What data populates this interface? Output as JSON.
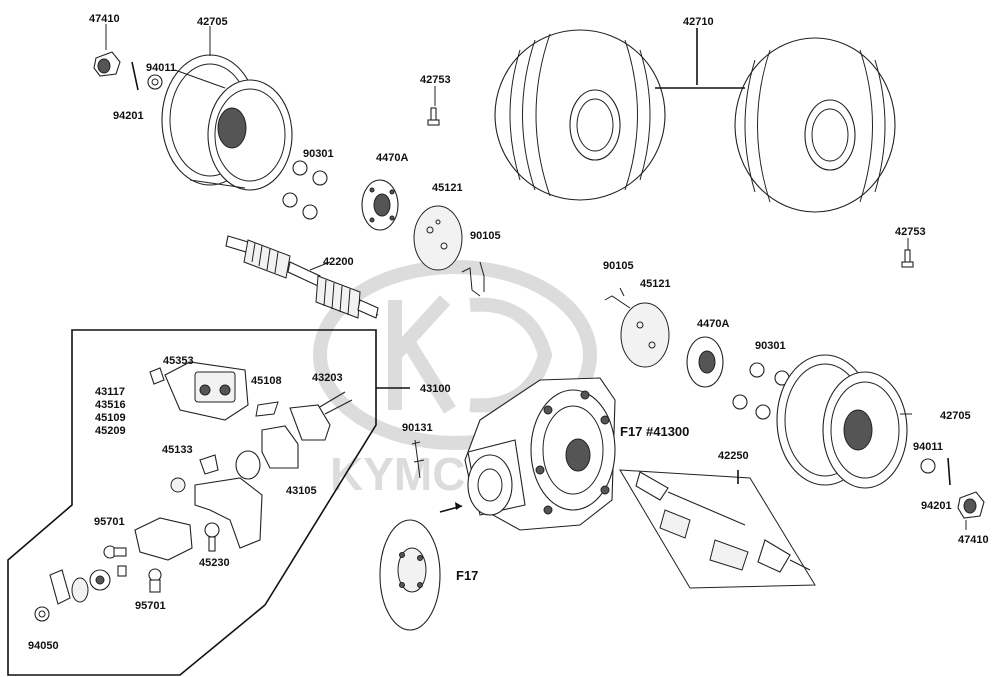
{
  "watermark": "KYMCO",
  "parts": [
    {
      "id": "p-47410-a",
      "label": "47410"
    },
    {
      "id": "p-42705-a",
      "label": "42705"
    },
    {
      "id": "p-94011-a",
      "label": "94011"
    },
    {
      "id": "p-94201-a",
      "label": "94201"
    },
    {
      "id": "p-42710",
      "label": "42710"
    },
    {
      "id": "p-42753-a",
      "label": "42753"
    },
    {
      "id": "p-90301-a",
      "label": "90301"
    },
    {
      "id": "p-4470A-a",
      "label": "4470A"
    },
    {
      "id": "p-45121-a",
      "label": "45121"
    },
    {
      "id": "p-90105-a",
      "label": "90105"
    },
    {
      "id": "p-42200",
      "label": "42200"
    },
    {
      "id": "p-42753-b",
      "label": "42753"
    },
    {
      "id": "p-90105-b",
      "label": "90105"
    },
    {
      "id": "p-45121-b",
      "label": "45121"
    },
    {
      "id": "p-4470A-b",
      "label": "4470A"
    },
    {
      "id": "p-90301-b",
      "label": "90301"
    },
    {
      "id": "p-42705-b",
      "label": "42705"
    },
    {
      "id": "p-45353",
      "label": "45353"
    },
    {
      "id": "p-45108",
      "label": "45108"
    },
    {
      "id": "p-43203",
      "label": "43203"
    },
    {
      "id": "p-43100",
      "label": "43100"
    },
    {
      "id": "p-45133",
      "label": "45133"
    },
    {
      "id": "p-43105",
      "label": "43105"
    },
    {
      "id": "p-90131",
      "label": "90131"
    },
    {
      "id": "p-F17-41300",
      "label": "F17 #41300"
    },
    {
      "id": "p-42250",
      "label": "42250"
    },
    {
      "id": "p-94011-b",
      "label": "94011"
    },
    {
      "id": "p-94201-b",
      "label": "94201"
    },
    {
      "id": "p-47410-b",
      "label": "47410"
    },
    {
      "id": "p-95701-a",
      "label": "95701"
    },
    {
      "id": "p-45230",
      "label": "45230"
    },
    {
      "id": "p-95701-b",
      "label": "95701"
    },
    {
      "id": "p-94050",
      "label": "94050"
    },
    {
      "id": "p-F17",
      "label": "F17"
    }
  ],
  "caliper_group": [
    "43117",
    "43516",
    "45109",
    "45209"
  ]
}
